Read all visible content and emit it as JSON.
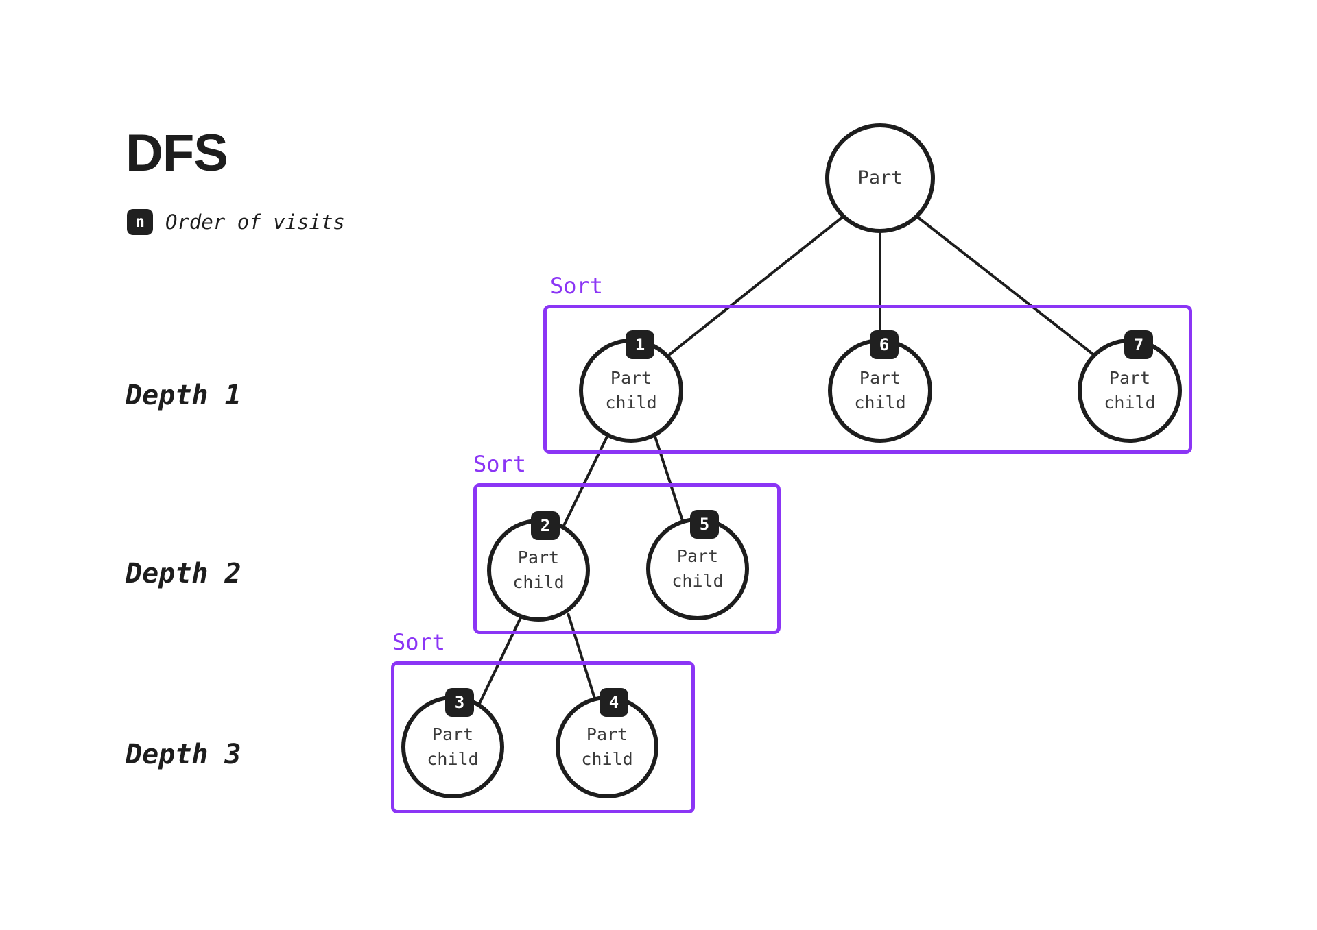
{
  "title": "DFS",
  "legend": {
    "badge": "n",
    "text": "Order of visits"
  },
  "colors": {
    "accent_purple": "#8b35f5",
    "ink": "#1d1d1d",
    "badge_bg": "#202020",
    "background": "#ffffff"
  },
  "depth_labels": [
    {
      "text": "Depth 1"
    },
    {
      "text": "Depth 2"
    },
    {
      "text": "Depth 3"
    }
  ],
  "sort_labels": [
    {
      "text": "Sort"
    },
    {
      "text": "Sort"
    },
    {
      "text": "Sort"
    }
  ],
  "root": {
    "line1": "Part",
    "line2": ""
  },
  "nodes": [
    {
      "id": "d1n1",
      "order": "1",
      "line1": "Part",
      "line2": "child",
      "depth": 1
    },
    {
      "id": "d1n6",
      "order": "6",
      "line1": "Part",
      "line2": "child",
      "depth": 1
    },
    {
      "id": "d1n7",
      "order": "7",
      "line1": "Part",
      "line2": "child",
      "depth": 1
    },
    {
      "id": "d2n2",
      "order": "2",
      "line1": "Part",
      "line2": "child",
      "depth": 2
    },
    {
      "id": "d2n5",
      "order": "5",
      "line1": "Part",
      "line2": "child",
      "depth": 2
    },
    {
      "id": "d3n3",
      "order": "3",
      "line1": "Part",
      "line2": "child",
      "depth": 3
    },
    {
      "id": "d3n4",
      "order": "4",
      "line1": "Part",
      "line2": "child",
      "depth": 3
    }
  ],
  "traversal_order": [
    "1",
    "2",
    "3",
    "4",
    "5",
    "6",
    "7"
  ]
}
